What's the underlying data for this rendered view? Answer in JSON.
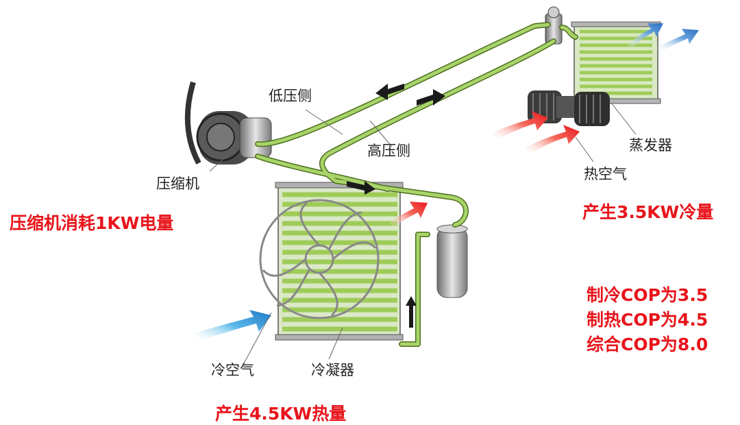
{
  "labels": {
    "low_side": "低压侧",
    "high_side": "高压侧",
    "compressor": "压缩机",
    "evaporator": "蒸发器",
    "hot_air": "热空气",
    "cold_air": "冷空气",
    "condenser": "冷凝器"
  },
  "annotations": {
    "compressor_power": "压缩机消耗1KW电量",
    "cooling_output": "产生3.5KW冷量",
    "heat_output": "产生4.5KW热量",
    "cop_cooling": "制冷COP为3.5",
    "cop_heating": "制热COP为4.5",
    "cop_total": "综合COP为8.0"
  },
  "colors": {
    "annotation_text": "#e8141b",
    "pipe": "#8fc04a",
    "coil": "#a5cf5c",
    "hot_arrow": "#f02a20",
    "cold_arrow": "#2b95d6"
  }
}
